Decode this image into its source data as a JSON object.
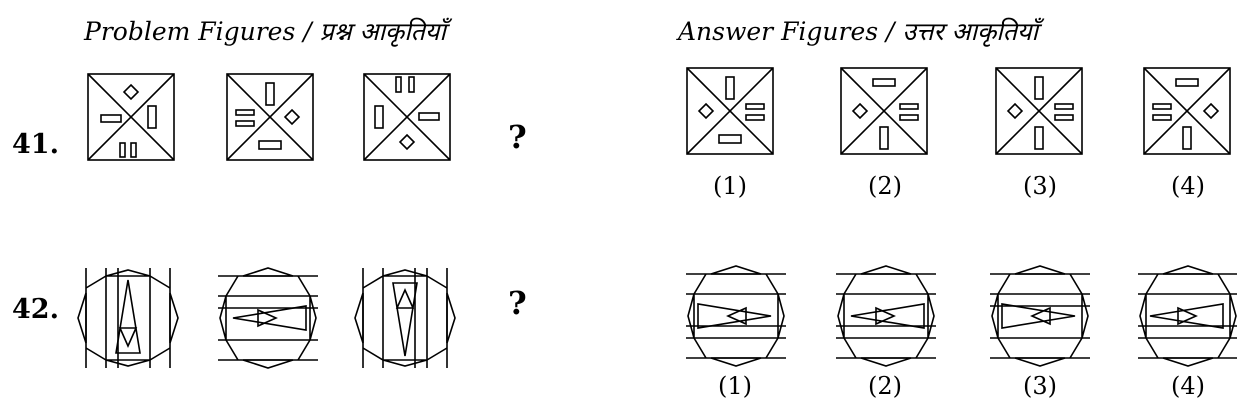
{
  "headers": {
    "problem": "Problem Figures / प्रश्न आकृतियाँ",
    "answer": "Answer Figures / उत्तर आकृतियाँ"
  },
  "questions": [
    {
      "number": "41.",
      "placeholder": "?",
      "problem_figures": [
        "square-x-figure",
        "square-x-figure",
        "square-x-figure"
      ],
      "answer_options": [
        "(1)",
        "(2)",
        "(3)",
        "(4)"
      ]
    },
    {
      "number": "42.",
      "placeholder": "?",
      "problem_figures": [
        "arrow-grid-figure",
        "arrow-grid-figure",
        "arrow-grid-figure"
      ],
      "answer_options": [
        "(1)",
        "(2)",
        "(3)",
        "(4)"
      ]
    }
  ]
}
